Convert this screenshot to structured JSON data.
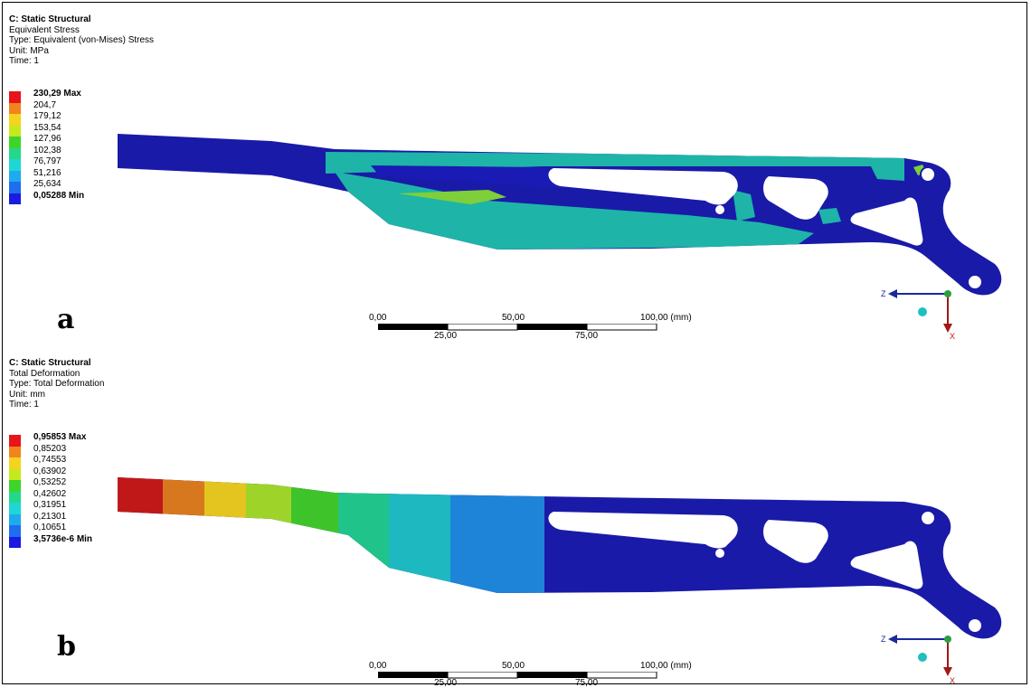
{
  "panel_a": {
    "letter": "a",
    "header": {
      "title": "C: Static Structural",
      "result": "Equivalent Stress",
      "type": "Type: Equivalent (von-Mises) Stress",
      "unit": "Unit: MPa",
      "time": "Time: 1"
    },
    "legend": [
      {
        "label": "230,29 Max",
        "color": "#e8141a",
        "bold": true
      },
      {
        "label": "204,7",
        "color": "#f2841e",
        "bold": false
      },
      {
        "label": "179,12",
        "color": "#f5d41e",
        "bold": false
      },
      {
        "label": "153,54",
        "color": "#c4ea1e",
        "bold": false
      },
      {
        "label": "127,96",
        "color": "#3ed42a",
        "bold": false
      },
      {
        "label": "102,38",
        "color": "#24d88a",
        "bold": false
      },
      {
        "label": "76,797",
        "color": "#1ed6d6",
        "bold": false
      },
      {
        "label": "51,216",
        "color": "#1eaaee",
        "bold": false
      },
      {
        "label": "25,634",
        "color": "#1e6eee",
        "bold": false
      },
      {
        "label": "0,05288 Min",
        "color": "#1a1ae0",
        "bold": true
      }
    ]
  },
  "panel_b": {
    "letter": "b",
    "header": {
      "title": "C: Static Structural",
      "result": "Total Deformation",
      "type": "Type: Total Deformation",
      "unit": "Unit: mm",
      "time": "Time: 1"
    },
    "legend": [
      {
        "label": "0,95853 Max",
        "color": "#e8141a",
        "bold": true
      },
      {
        "label": "0,85203",
        "color": "#f2841e",
        "bold": false
      },
      {
        "label": "0,74553",
        "color": "#f5d41e",
        "bold": false
      },
      {
        "label": "0,63902",
        "color": "#c4ea1e",
        "bold": false
      },
      {
        "label": "0,53252",
        "color": "#3ed42a",
        "bold": false
      },
      {
        "label": "0,42602",
        "color": "#24d88a",
        "bold": false
      },
      {
        "label": "0,31951",
        "color": "#1ed6d6",
        "bold": false
      },
      {
        "label": "0,21301",
        "color": "#1eaaee",
        "bold": false
      },
      {
        "label": "0,10651",
        "color": "#1e6eee",
        "bold": false
      },
      {
        "label": "3,5736e-6 Min",
        "color": "#1a1ae0",
        "bold": true
      }
    ]
  },
  "scale_bar": {
    "top_labels": [
      "0,00",
      "50,00",
      "100,00 (mm)"
    ],
    "bottom_labels": [
      "25,00",
      "75,00"
    ]
  },
  "triad": {
    "axis_z": "Z",
    "axis_x": "X"
  },
  "colors": {
    "body_blue": "#1a1aa8",
    "triad_z": "#1a2a9c",
    "triad_x": "#a01818"
  }
}
